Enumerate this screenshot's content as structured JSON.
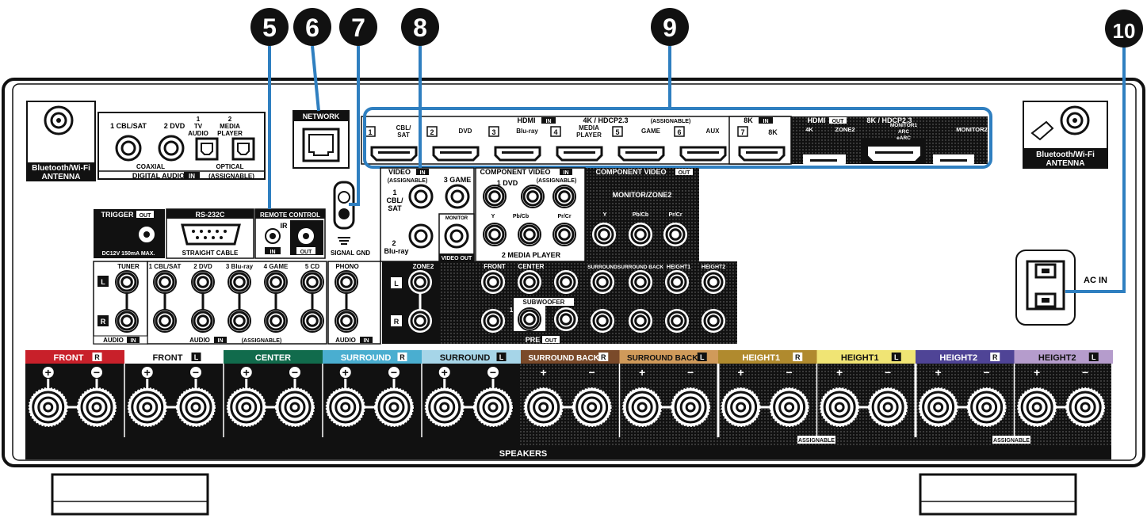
{
  "callouts": [
    "5",
    "6",
    "7",
    "8",
    "9",
    "10"
  ],
  "antenna_left": {
    "line1": "Bluetooth/Wi-Fi",
    "line2": "ANTENNA"
  },
  "antenna_right": {
    "line1": "Bluetooth/Wi-Fi",
    "line2": "ANTENNA"
  },
  "digital_audio": {
    "inputs": [
      "1 CBL/SAT",
      "2 DVD"
    ],
    "opt1": [
      "1",
      "TV",
      "AUDIO"
    ],
    "opt2": [
      "2",
      "MEDIA",
      "PLAYER"
    ],
    "coaxial": "COAXIAL",
    "optical": "OPTICAL",
    "footer": "DIGITAL AUDIO",
    "in_badge": "IN",
    "assignable": "(ASSIGNABLE)"
  },
  "network": "NETWORK",
  "hdmi": {
    "label": "HDMI",
    "in_badge": "IN",
    "spec": "4K / HDCP2.3",
    "assignable": "(ASSIGNABLE)",
    "inputs": [
      {
        "num": "1",
        "name": "CBL/\nSAT"
      },
      {
        "num": "2",
        "name": "DVD"
      },
      {
        "num": "3",
        "name": "Blu-ray"
      },
      {
        "num": "4",
        "name": "MEDIA\nPLAYER"
      },
      {
        "num": "5",
        "name": "GAME"
      },
      {
        "num": "6",
        "name": "AUX"
      }
    ],
    "eightk": {
      "label": "8K",
      "in_badge": "IN",
      "num": "7",
      "name": "8K"
    },
    "out": {
      "label": "HDMI",
      "out_badge": "OUT",
      "spec": "8K / HDCP2.3",
      "ports": [
        "4K",
        "ZONE2",
        "MONITOR1\nARC\neARC",
        "MONITOR2"
      ]
    }
  },
  "signal_gnd": "SIGNAL GND",
  "video": {
    "title": "VIDEO",
    "in_badge": "IN",
    "assignable": "(ASSIGNABLE)",
    "inputs": [
      "1\nCBL/\nSAT",
      "3 GAME",
      "2\nBlu-ray"
    ],
    "monitor": "MONITOR",
    "video_out": "VIDEO OUT"
  },
  "component_in": {
    "title": "COMPONENT VIDEO",
    "in_badge": "IN",
    "assignable": "(ASSIGNABLE)",
    "sub1": "1 DVD",
    "sub2": "2 MEDIA PLAYER",
    "y": "Y",
    "pb": "Pb/Cb",
    "pr": "Pr/Cr"
  },
  "component_out": {
    "title": "COMPONENT VIDEO",
    "out_badge": "OUT",
    "sub": "MONITOR/ZONE2",
    "y": "Y",
    "pb": "Pb/Cb",
    "pr": "Pr/Cr"
  },
  "trigger": {
    "title": "TRIGGER",
    "out_badge": "OUT",
    "note": "DC12V 150mA MAX."
  },
  "rs232c": {
    "title": "RS-232C",
    "note": "STRAIGHT CABLE"
  },
  "remote": {
    "title": "REMOTE CONTROL",
    "ir": "IR",
    "in": "IN",
    "out": "OUT"
  },
  "audio_in": {
    "tuner": "TUNER",
    "footer_left": "AUDIO",
    "in_badge": "IN",
    "inputs": [
      "1 CBL/SAT",
      "2 DVD",
      "3 Blu-ray",
      "4 GAME",
      "5 CD"
    ],
    "footer": "AUDIO",
    "assignable": "(ASSIGNABLE)",
    "phono": "PHONO",
    "phono_footer": "AUDIO",
    "L": "L",
    "R": "R"
  },
  "preout": {
    "zone2": "ZONE2",
    "front": "FRONT",
    "center": "CENTER",
    "subwoofer": "SUBWOOFER",
    "sub_nums": [
      "1",
      "2"
    ],
    "surround": "SURROUND",
    "surround_back": "SURROUND BACK",
    "height1": "HEIGHT1",
    "height2": "HEIGHT2",
    "label": "PRE",
    "out_badge": "OUT"
  },
  "speakers": {
    "channels": [
      {
        "name": "FRONT",
        "side": "R",
        "color": "#c8202a"
      },
      {
        "name": "FRONT",
        "side": "L",
        "color": "#ffffff"
      },
      {
        "name": "CENTER",
        "side": "",
        "color": "#116b4c"
      },
      {
        "name": "SURROUND",
        "side": "R",
        "color": "#4aaed0"
      },
      {
        "name": "SURROUND",
        "side": "L",
        "color": "#a6d5e8"
      },
      {
        "name": "SURROUND BACK",
        "side": "R",
        "color": "#7a4a2a"
      },
      {
        "name": "SURROUND BACK",
        "side": "L",
        "color": "#d09a5a"
      },
      {
        "name": "HEIGHT1",
        "side": "R",
        "color": "#b08a2e"
      },
      {
        "name": "HEIGHT1",
        "side": "L",
        "color": "#f0e474"
      },
      {
        "name": "HEIGHT2",
        "side": "R",
        "color": "#4f4496"
      },
      {
        "name": "HEIGHT2",
        "side": "L",
        "color": "#b59ccc"
      }
    ],
    "plus": "+",
    "minus": "−",
    "assignable": "ASSIGNABLE",
    "footer": "SPEAKERS"
  },
  "ac_in": "AC IN",
  "colors": {
    "callout": "#111111",
    "leader": "#2f7fc0",
    "panel": "#ffffff",
    "dark": "#111111"
  }
}
